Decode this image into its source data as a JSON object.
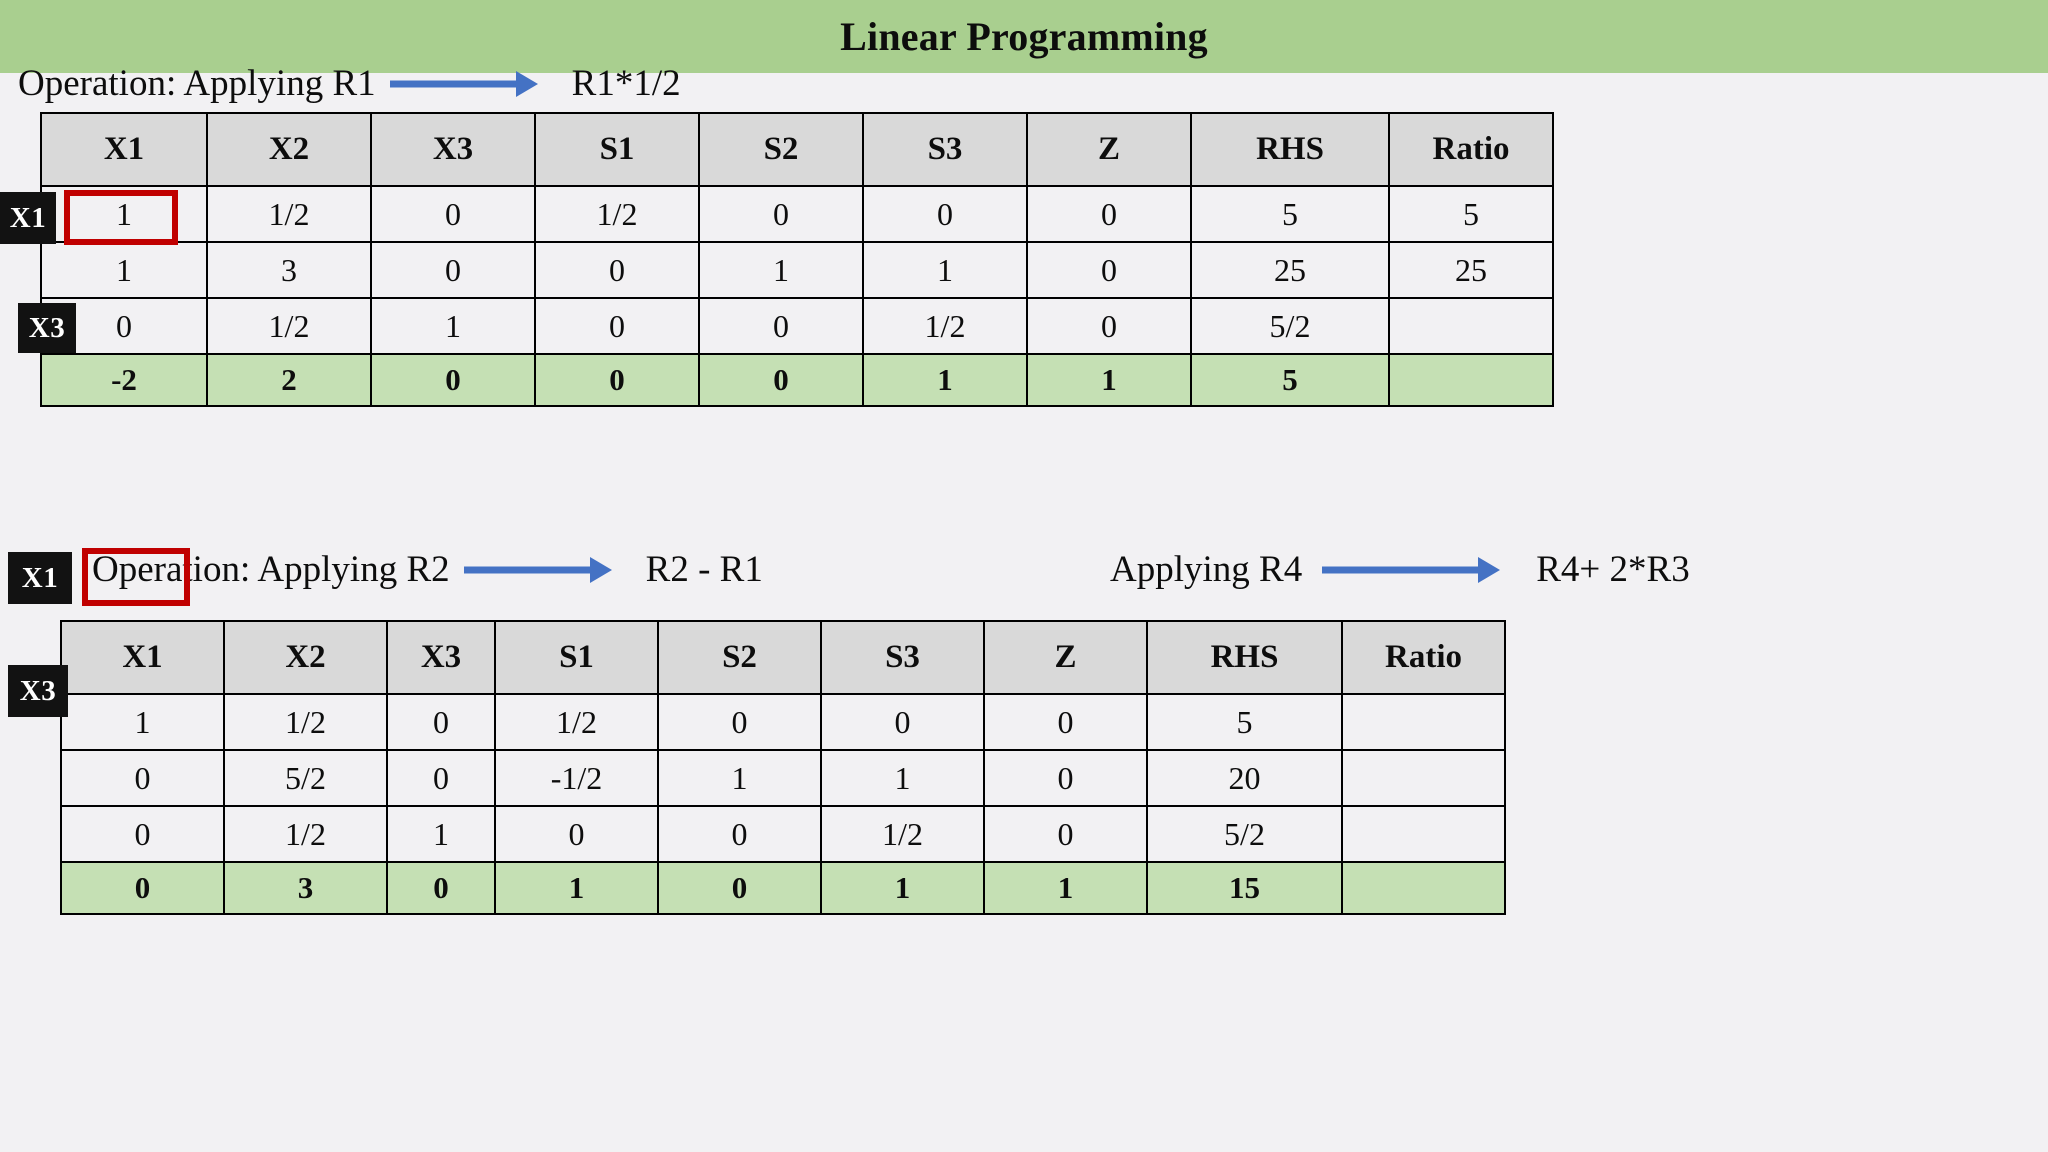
{
  "title": "Linear Programming",
  "theme": {
    "banner_green": "#a9cf8f",
    "row_green": "#c5e0b4",
    "header_gray": "#d9d9d9",
    "page_background": "#f2f1f3",
    "arrow_blue": "#4472c4",
    "pivot_red": "#c00000",
    "badge_black": "#121212"
  },
  "operations": [
    {
      "label": "Operation: Applying R1",
      "arrow": "right-arrow-icon",
      "result": "R1*1/2"
    },
    {
      "label": "Operation: Applying R2",
      "arrow": "right-arrow-icon",
      "result": "R2 - R1"
    },
    {
      "label": "Applying R4",
      "arrow": "right-arrow-icon",
      "result": "R4+ 2*R3"
    }
  ],
  "tableau_1": {
    "headers": [
      "X1",
      "X2",
      "X3",
      "S1",
      "S2",
      "S3",
      "Z",
      "RHS",
      "Ratio"
    ],
    "badges": [
      {
        "label": "X1",
        "row": 0
      },
      {
        "label": "X3",
        "row": 2
      }
    ],
    "rows": [
      {
        "cells": [
          "1",
          "1/2",
          "0",
          "1/2",
          "0",
          "0",
          "0",
          "5",
          "5"
        ],
        "objective": false
      },
      {
        "cells": [
          "1",
          "3",
          "0",
          "0",
          "1",
          "1",
          "0",
          "25",
          "25"
        ],
        "objective": false
      },
      {
        "cells": [
          "0",
          "1/2",
          "1",
          "0",
          "0",
          "1/2",
          "0",
          "5/2",
          ""
        ],
        "objective": false
      },
      {
        "cells": [
          "-2",
          "2",
          "0",
          "0",
          "0",
          "1",
          "1",
          "5",
          ""
        ],
        "objective": true
      }
    ],
    "pivot": {
      "row": 0,
      "col": 0,
      "value": "1"
    }
  },
  "tableau_2": {
    "headers": [
      "X1",
      "X2",
      "X3",
      "S1",
      "S2",
      "S3",
      "Z",
      "RHS",
      "Ratio"
    ],
    "badges": [
      {
        "label": "X1",
        "row": 0
      },
      {
        "label": "X3",
        "row": 2
      }
    ],
    "rows": [
      {
        "cells": [
          "1",
          "1/2",
          "0",
          "1/2",
          "0",
          "0",
          "0",
          "5",
          ""
        ],
        "objective": false
      },
      {
        "cells": [
          "0",
          "5/2",
          "0",
          "-1/2",
          "1",
          "1",
          "0",
          "20",
          ""
        ],
        "objective": false
      },
      {
        "cells": [
          "0",
          "1/2",
          "1",
          "0",
          "0",
          "1/2",
          "0",
          "5/2",
          ""
        ],
        "objective": false
      },
      {
        "cells": [
          "0",
          "3",
          "0",
          "1",
          "0",
          "1",
          "1",
          "15",
          ""
        ],
        "objective": true
      }
    ],
    "pivot": {
      "row": 0,
      "col": 0,
      "value": "1"
    }
  }
}
